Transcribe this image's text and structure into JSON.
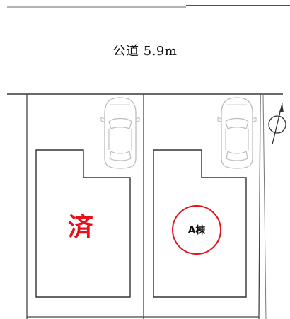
{
  "road": {
    "label": "公道 5.9m"
  },
  "lots": [
    {
      "id": "left",
      "mark": "済",
      "mark_color": "#e8101a"
    },
    {
      "id": "right",
      "label": "A棟",
      "circle_color": "#e8101a"
    }
  ],
  "icons": [
    "car-icon",
    "north-arrow-icon"
  ]
}
